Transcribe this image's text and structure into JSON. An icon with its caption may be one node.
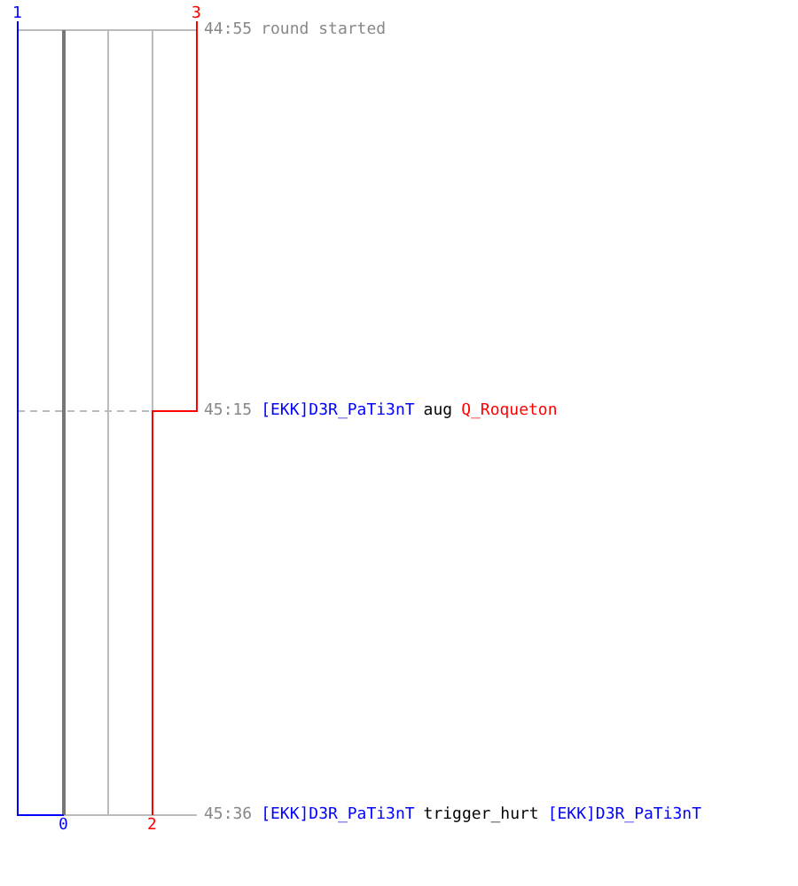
{
  "diagram": {
    "labels": [
      "1",
      "3",
      "44:55",
      "round started",
      "45:15",
      "[EKK]D3R_PaTi3nT",
      "aug",
      "Q_Roqueton",
      "0",
      "2",
      "45:36",
      "[EKK]D3R_PaTi3nT",
      "trigger_hurt",
      "[EKK]D3R_PaTi3nT"
    ]
  }
}
